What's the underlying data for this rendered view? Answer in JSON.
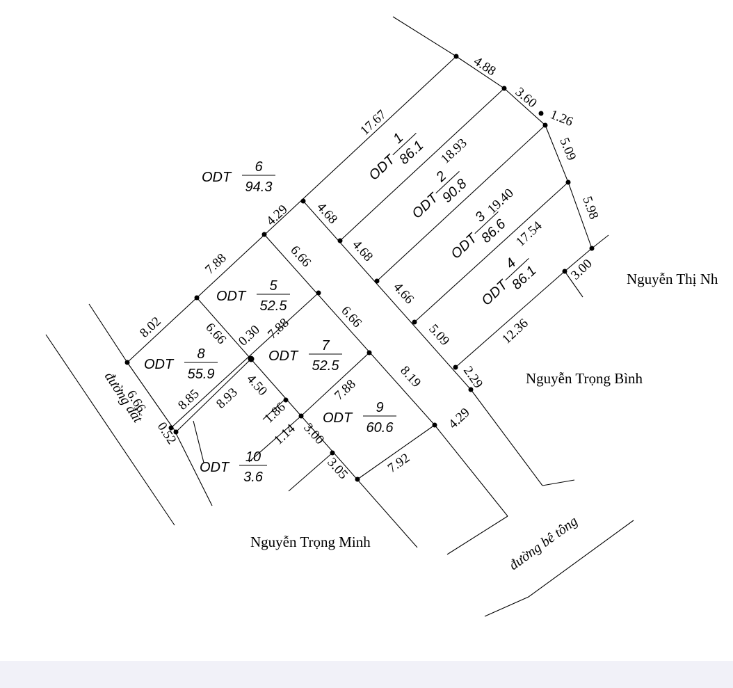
{
  "roads": {
    "nguyen_thi_nh": "Nguyễn Thị Nh",
    "nguyen_trong_binh": "Nguyễn Trọng Bình",
    "nguyen_trong_minh": "Nguyễn Trọng Minh",
    "duong_be_tong": "đường bê tông",
    "duong_dat": "đường đất"
  },
  "lots": [
    {
      "id": "lot-1",
      "code": "ODT",
      "number": "1",
      "area": "86.1"
    },
    {
      "id": "lot-2",
      "code": "ODT",
      "number": "2",
      "area": "90.8"
    },
    {
      "id": "lot-3",
      "code": "ODT",
      "number": "3",
      "area": "86.6"
    },
    {
      "id": "lot-4",
      "code": "ODT",
      "number": "4",
      "area": "86.1"
    },
    {
      "id": "lot-5",
      "code": "ODT",
      "number": "5",
      "area": "52.5"
    },
    {
      "id": "lot-6",
      "code": "ODT",
      "number": "6",
      "area": "94.3"
    },
    {
      "id": "lot-7",
      "code": "ODT",
      "number": "7",
      "area": "52.5"
    },
    {
      "id": "lot-8",
      "code": "ODT",
      "number": "8",
      "area": "55.9"
    },
    {
      "id": "lot-9",
      "code": "ODT",
      "number": "9",
      "area": "60.6"
    },
    {
      "id": "lot-10",
      "code": "ODT",
      "number": "10",
      "area": "3.6"
    }
  ],
  "dimensions": [
    "4.88",
    "3.60",
    "1.26",
    "5.09",
    "5.98",
    "3.00",
    "17.67",
    "18.93",
    "19.40",
    "17.54",
    "12.36",
    "4.29",
    "4.68",
    "4.68",
    "4.66",
    "5.09",
    "2.29",
    "4.29",
    "6.66",
    "6.66",
    "8.19",
    "7.92",
    "7.88",
    "8.02",
    "6.66",
    "0.30",
    "7.88",
    "7.88",
    "8.85",
    "8.93",
    "4.50",
    "1.86",
    "1.14",
    "3.00",
    "3.05",
    "6.66",
    "0.52"
  ]
}
